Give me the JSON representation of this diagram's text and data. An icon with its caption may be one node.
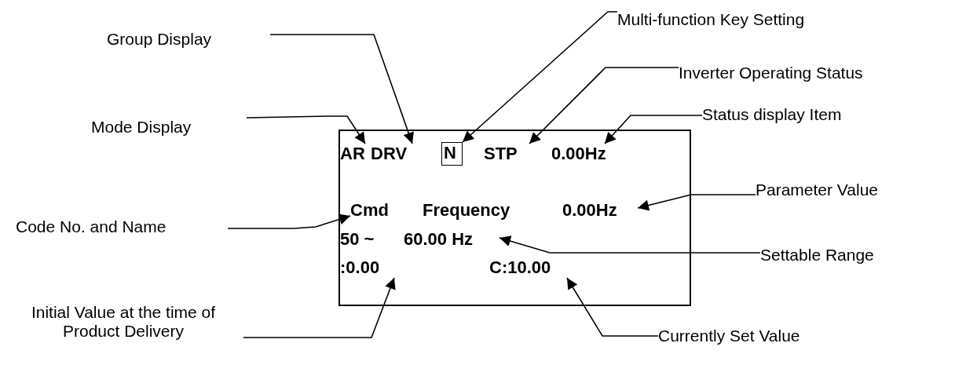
{
  "diagram": {
    "nodes": [
      {
        "text": [],
        "shape": "box"
      },
      {
        "text": [
          "AR"
        ],
        "in": 0
      },
      {
        "text": [
          "DRV"
        ],
        "in": 0
      },
      {
        "text": [
          "N"
        ],
        "in": 0
      },
      {
        "text": [
          "STP"
        ],
        "in": 0
      },
      {
        "text": [
          "0.00Hz"
        ],
        "in": 0
      },
      {
        "text": [
          "Cmd"
        ],
        "in": 0
      },
      {
        "text": [
          "Frequency"
        ],
        "in": 0
      },
      {
        "text": [
          "0.00Hz"
        ],
        "in": 0
      },
      {
        "text": [
          "50 ~"
        ],
        "in": 0
      },
      {
        "text": [
          "60.00 Hz"
        ],
        "in": 0
      },
      {
        "text": [
          ":0.00"
        ],
        "in": 0
      },
      {
        "text": [
          "C:10.00"
        ],
        "in": 0
      },
      {
        "text": [
          "Multi-function Key Setting"
        ]
      },
      {
        "text": [
          "Group Display"
        ]
      },
      {
        "text": [
          "Inverter Operating Status"
        ]
      },
      {
        "text": [
          "Mode Display"
        ]
      },
      {
        "text": [
          "Status display Item"
        ]
      },
      {
        "text": [
          "Parameter Value"
        ]
      },
      {
        "text": [
          "Code No. and Name"
        ]
      },
      {
        "text": [
          "Settable Range"
        ]
      },
      {
        "text": [
          "Initial Value at the time of Product Delivery"
        ]
      },
      {
        "text": [
          "Currently Set Value"
        ]
      }
    ],
    "edges": [
      {
        "from": 13,
        "to": 3,
        "arrow": "to"
      },
      {
        "from": 14,
        "to": 2,
        "arrow": "to"
      },
      {
        "from": 15,
        "to": 4,
        "arrow": "to"
      },
      {
        "from": 16,
        "to": 1,
        "arrow": "to"
      },
      {
        "from": 17,
        "to": 5,
        "arrow": "to"
      },
      {
        "from": 18,
        "to": 8,
        "arrow": "to"
      },
      {
        "from": 19,
        "to": 6,
        "arrow": "to"
      },
      {
        "from": 20,
        "to": 10,
        "arrow": "to"
      },
      {
        "from": 21,
        "to": 11,
        "arrow": "to"
      },
      {
        "from": 22,
        "to": 12,
        "arrow": "to"
      }
    ]
  }
}
